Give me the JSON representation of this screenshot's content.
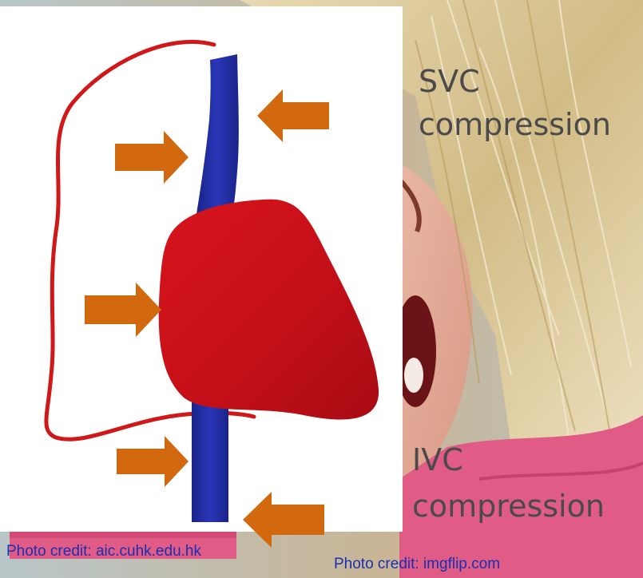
{
  "labels": {
    "svc_line1": "SVC",
    "svc_line2": "compression",
    "ivc_line1": "IVC",
    "ivc_line2": "compression"
  },
  "credits": {
    "left": "Photo credit: aic.cuhk.edu.hk",
    "right": "Photo credit: imgflip.com"
  },
  "colors": {
    "vena_cava": "#1f2a9e",
    "heart": "#c8101a",
    "pericardium_line": "#d01818",
    "arrow": "#d2690f",
    "label_text": "#4a4a4a",
    "credit_text": "#1a2fb0"
  },
  "icons": {
    "arrow": "right-arrow-icon",
    "arrow_left": "left-arrow-icon"
  }
}
